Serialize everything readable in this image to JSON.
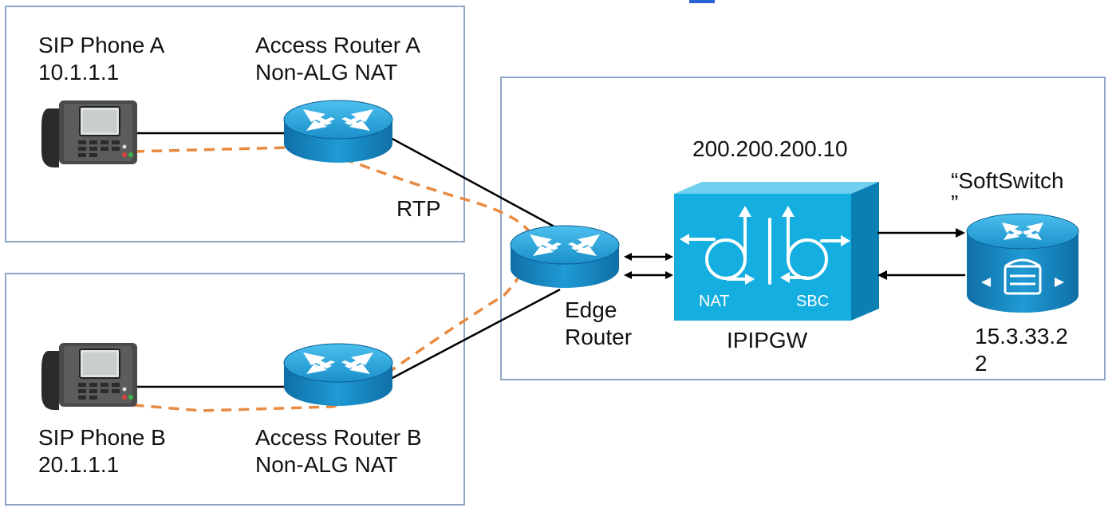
{
  "site_a": {
    "phone_name": "SIP Phone A",
    "phone_ip": "10.1.1.1",
    "router_name": "Access Router A",
    "router_nat": "Non-ALG NAT"
  },
  "site_b": {
    "phone_name": "SIP Phone B",
    "phone_ip": "20.1.1.1",
    "router_name": "Access Router B",
    "router_nat": "Non-ALG NAT"
  },
  "rtp_label": "RTP",
  "edge_router": {
    "line1": "Edge",
    "line2": "Router"
  },
  "gateway": {
    "ip": "200.200.200.10",
    "name": "IPIPGW",
    "nat_label": "NAT",
    "sbc_label": "SBC"
  },
  "softswitch": {
    "name_line1": "“SoftSwitch",
    "name_line2": "”",
    "ip_line1": "15.3.33.2",
    "ip_line2": "2"
  },
  "colors": {
    "box_border": "#8fa6c6",
    "device_blue": "#1f9fd6",
    "device_dark": "#0d73a8",
    "gateway_face": "#14aee0",
    "rtp_dash": "#e88a40"
  }
}
